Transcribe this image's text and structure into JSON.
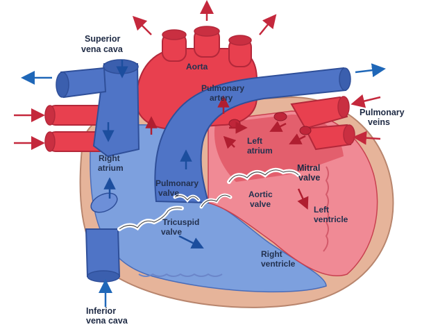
{
  "labels": {
    "superior_vena_cava": [
      "Superior",
      "vena cava"
    ],
    "aorta": [
      "Aorta"
    ],
    "pulmonary_artery": [
      "Pulmonary",
      "artery"
    ],
    "pulmonary_veins": [
      "Pulmonary",
      "veins"
    ],
    "left_atrium": [
      "Left",
      "atrium"
    ],
    "right_atrium": [
      "Right",
      "atrium"
    ],
    "pulmonary_valve": [
      "Pulmonary",
      "valve"
    ],
    "mitral_valve": [
      "Mitral",
      "valve"
    ],
    "aortic_valve": [
      "Aortic",
      "valve"
    ],
    "left_ventricle": [
      "Left",
      "ventricle"
    ],
    "tricuspid_valve": [
      "Tricuspid",
      "valve"
    ],
    "right_ventricle": [
      "Right",
      "ventricle"
    ],
    "inferior_vena_cava": [
      "Inferior",
      "vena cava"
    ]
  },
  "colors": {
    "red_vessel": "#e8404f",
    "red_dark": "#c02a3a",
    "blue_vessel": "#4f74c6",
    "blue_dark": "#2f4f99",
    "wall": "#e6b49a",
    "arrow_blue": "#1f67b8",
    "arrow_red": "#c4283c"
  }
}
